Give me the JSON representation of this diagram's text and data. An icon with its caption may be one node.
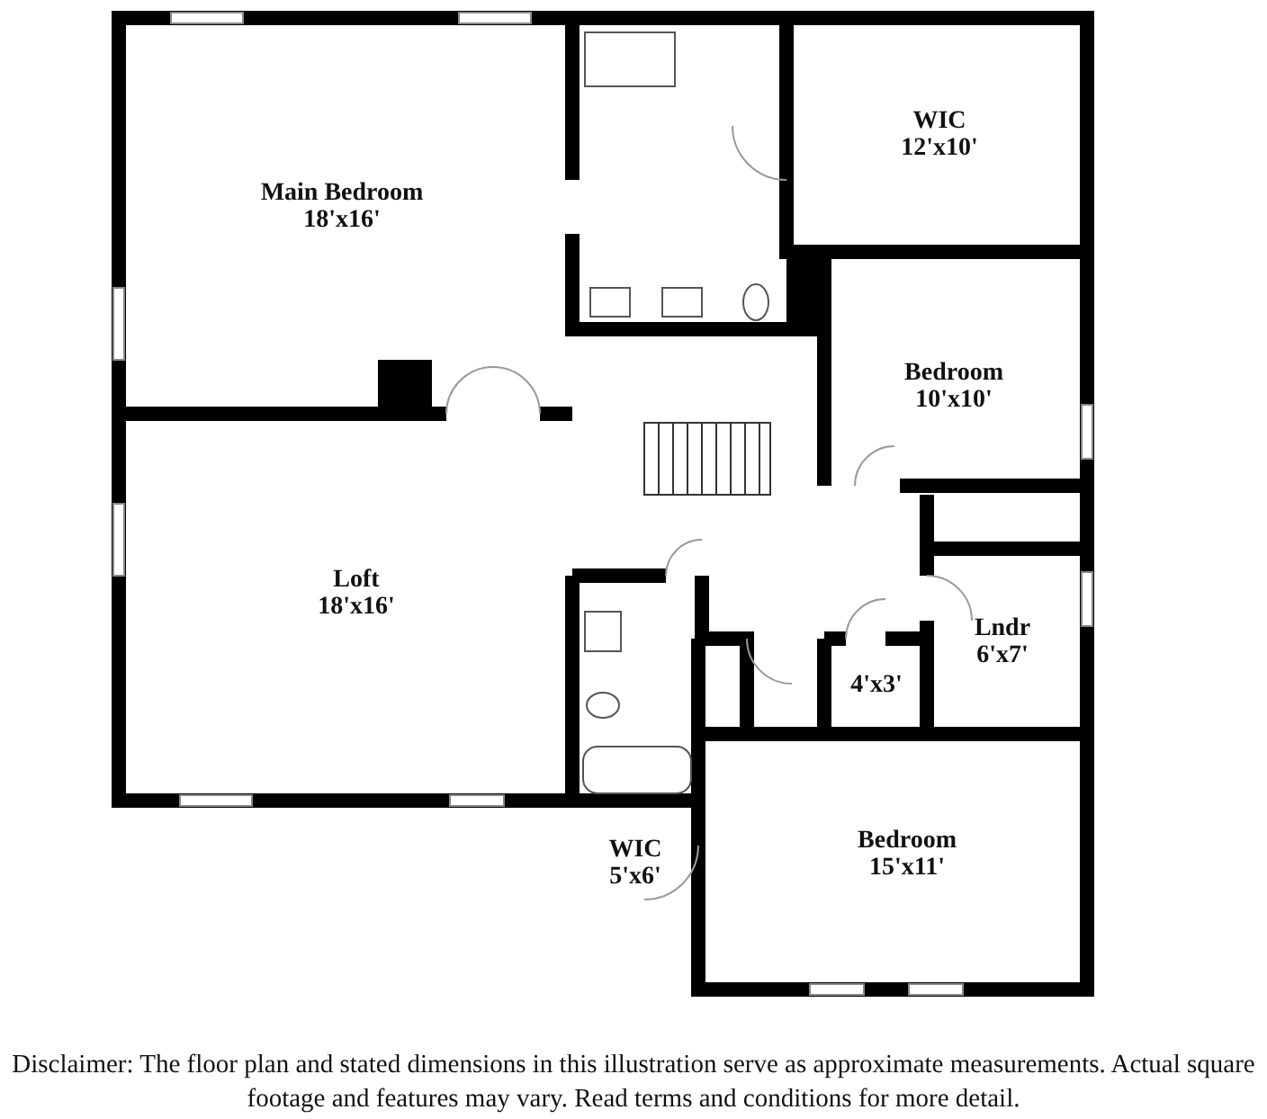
{
  "diagram": {
    "caption": "Disclaimer: The floor plan and stated dimensions in this illustration serve as approximate measurements. Actual square footage and features may vary. Read terms and conditions for more detail.",
    "nodes": [
      {
        "text": [
          "Main Bedroom",
          "18'x16'"
        ]
      },
      {
        "text": [
          "WIC",
          "12'x10'"
        ]
      },
      {
        "text": [
          "Bedroom",
          "10'x10'"
        ]
      },
      {
        "text": [
          "Loft",
          "18'x16'"
        ]
      },
      {
        "text": [
          "Lndr",
          "6'x7'"
        ]
      },
      {
        "text": [
          "4'x3'"
        ]
      },
      {
        "text": [
          "WIC",
          "5'x6'"
        ]
      },
      {
        "text": [
          "Bedroom",
          "15'x11'"
        ]
      }
    ],
    "edges": []
  }
}
